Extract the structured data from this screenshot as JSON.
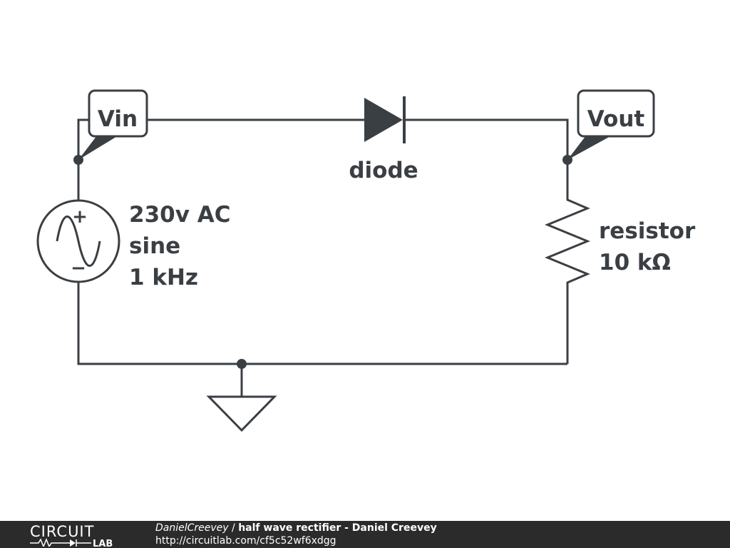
{
  "diagram": {
    "nodes": {
      "vin": "Vin",
      "vout": "Vout"
    },
    "source": {
      "line1": "230v AC",
      "line2": "sine",
      "line3": "1 kHz",
      "plus": "+",
      "minus": "−"
    },
    "diode": {
      "label": "diode"
    },
    "resistor": {
      "line1": "resistor",
      "line2": "10 kΩ"
    }
  },
  "footer": {
    "logo_top": "CIRCUIT",
    "logo_bottom": "LAB",
    "author": "DanielCreevey",
    "separator": " / ",
    "title": "half wave rectifier - Daniel Creevey",
    "url": "http://circuitlab.com/cf5c52wf6xdgg"
  },
  "colors": {
    "stroke": "#3a3f44",
    "footer_bg": "#2b2b2b",
    "text_light": "#ffffff"
  }
}
